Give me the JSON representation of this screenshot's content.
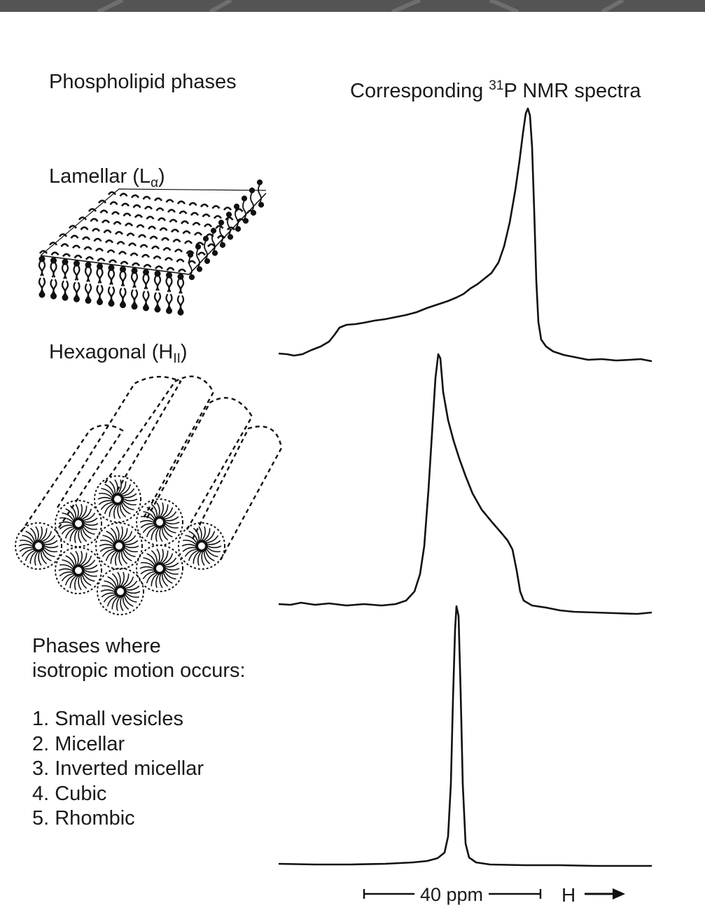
{
  "headings": {
    "left": "Phospholipid phases",
    "right_prefix": "Corresponding ",
    "right_sup": "31",
    "right_suffix": "P NMR spectra"
  },
  "phases": {
    "lamellar": {
      "name": "Lamellar (L",
      "subscript": "α",
      "close": ")"
    },
    "hexagonal": {
      "name": "Hexagonal (H",
      "subscript": "II",
      "close": ")"
    },
    "isotropic_title_line1": "Phases where",
    "isotropic_title_line2": "isotropic motion occurs:",
    "isotropic_list": [
      "1. Small vesicles",
      "2. Micellar",
      "3. Inverted micellar",
      "4. Cubic",
      "5. Rhombic"
    ]
  },
  "scale_bar": {
    "label": "40 ppm",
    "field_label": "H"
  },
  "colors": {
    "ink": "#111111",
    "banner": "#545454"
  }
}
